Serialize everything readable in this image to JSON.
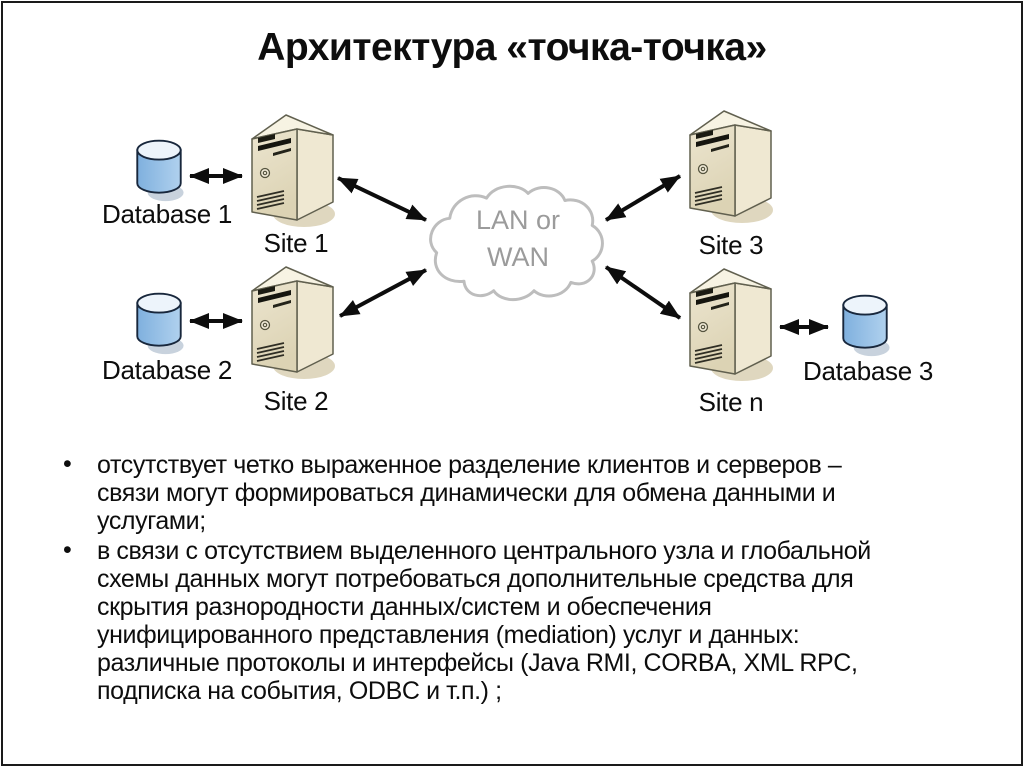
{
  "slide": {
    "title": "Архитектура «точка-точка»",
    "bullet_char": "•"
  },
  "diagram": {
    "cloud": {
      "label": "LAN or\nWAN"
    },
    "nodes": {
      "db1": {
        "label": "Database 1",
        "type": "database"
      },
      "db2": {
        "label": "Database 2",
        "type": "database"
      },
      "db3": {
        "label": "Database 3",
        "type": "database"
      },
      "site1": {
        "label": "Site 1",
        "type": "server"
      },
      "site2": {
        "label": "Site 2",
        "type": "server"
      },
      "site3": {
        "label": "Site 3",
        "type": "server"
      },
      "siten": {
        "label": "Site n",
        "type": "server"
      }
    },
    "connections": [
      "Database 1 — Site 1",
      "Database 2 — Site 2",
      "Site n — Database 3",
      "Site 1 — LAN or WAN",
      "Site 2 — LAN or WAN",
      "Site 3 — LAN or WAN",
      "Site n — LAN or WAN"
    ]
  },
  "bullets": [
    {
      "text": "отсутствует четко выраженное разделение клиентов и серверов –\nсвязи могут формироваться динамически для обмена данными и\nуслугами;"
    },
    {
      "text": "в связи с отсутствием выделенного центрального узла и глобальной\nсхемы данных могут потребоваться дополнительные средства для\nскрытия разнородности данных/систем и обеспечения\nунифицированного представления (mediation) услуг и данных:\nразличные протоколы и интерфейсы (Java RMI, CORBA, XML RPC,\nподписка на события, ODBC и т.п.) ;"
    }
  ],
  "colors": {
    "background": "#ffffff",
    "border": "#1a1a1a",
    "text": "#0d0d0d",
    "cloud_outline": "#bdbdbd",
    "cloud_text": "#9b9b9b",
    "server_body": "#e8e1c9",
    "server_shadow": "#dcd3b8",
    "database_body": "#8fb9e4",
    "database_top": "#edf4fb",
    "arrow": "#0d0d0d"
  }
}
